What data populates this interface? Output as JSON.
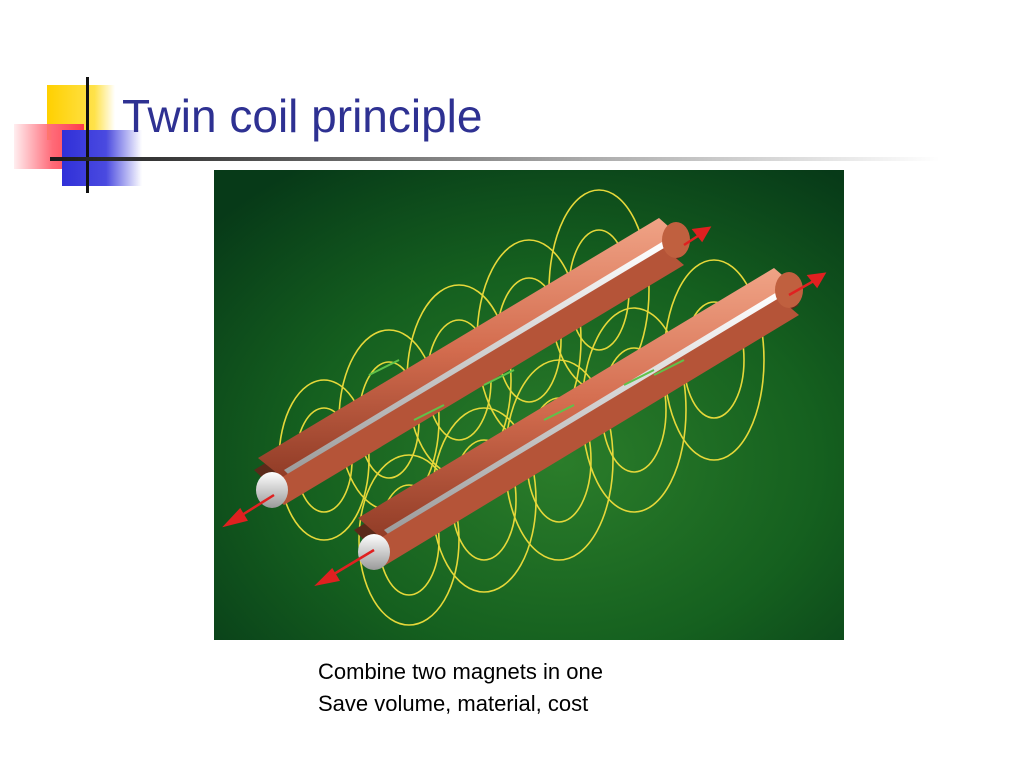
{
  "slide": {
    "title": "Twin coil principle",
    "bullets": [
      "Combine two magnets in one",
      "Save volume, material, cost"
    ]
  },
  "figure": {
    "background_color": "#0b4a1f",
    "coil_color": "#d9775a",
    "field_line_color": "#e6d83a",
    "arrow_color": "#e02020"
  }
}
